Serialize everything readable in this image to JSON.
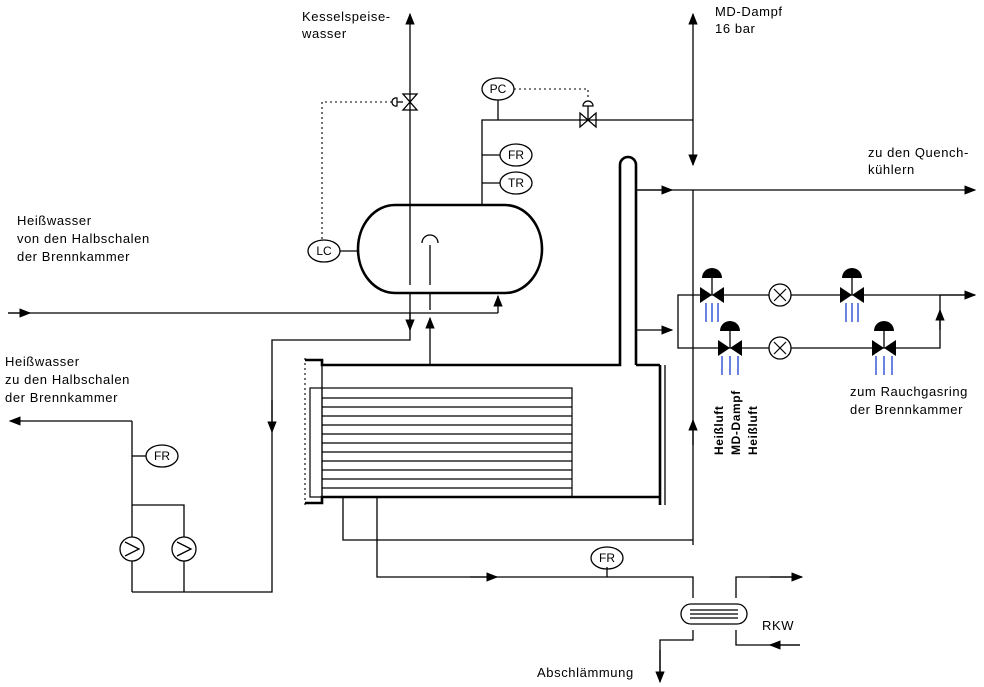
{
  "labels": {
    "kesselspeise_1": "Kesselspeise-",
    "kesselspeise_2": "wasser",
    "md_dampf_1": "MD-Dampf",
    "md_dampf_2": "16  bar",
    "quench_1": "zu den Quench-",
    "quench_2": "kühlern",
    "hw_von_1": "Heißwasser",
    "hw_von_2": "von  den  Halbschalen",
    "hw_von_3": "der  Brennkammer",
    "hw_zu_1": "Heißwasser",
    "hw_zu_2": "zu den Halbschalen",
    "hw_zu_3": "der Brennkammer",
    "rauch_1": "zum   Rauchgasring",
    "rauch_2": "der  Brennkammer",
    "heissluft_1": "Heißluft",
    "md_dampf_v": "MD-Dampf",
    "heissluft_2": "Heißluft",
    "rkw": "RKW",
    "abschlaemmung": "Abschlämmung"
  },
  "instruments": {
    "pc": "PC",
    "fr_top": "FR",
    "tr": "TR",
    "lc": "LC",
    "fr_left": "FR",
    "fr_bottom": "FR"
  },
  "colors": {
    "line": "#000000",
    "air_lines": "#1a3fd6"
  }
}
